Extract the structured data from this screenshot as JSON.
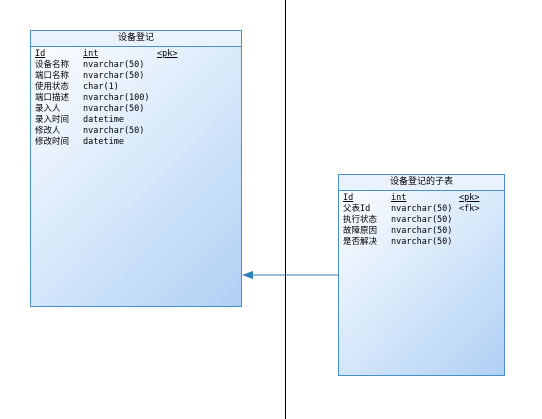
{
  "colors": {
    "entity_border": "#4a90c8",
    "connector": "#2f7fb8",
    "divider": "#000000"
  },
  "entities": [
    {
      "title": "设备登记",
      "rows": [
        {
          "name": "Id",
          "type": "int",
          "key": "<pk>",
          "pk": true
        },
        {
          "name": "设备名称",
          "type": "nvarchar(50)",
          "key": ""
        },
        {
          "name": "端口名称",
          "type": "nvarchar(50)",
          "key": ""
        },
        {
          "name": "使用状态",
          "type": "char(1)",
          "key": ""
        },
        {
          "name": "端口描述",
          "type": "nvarchar(100)",
          "key": ""
        },
        {
          "name": "录入人",
          "type": "nvarchar(50)",
          "key": ""
        },
        {
          "name": "录入时间",
          "type": "datetime",
          "key": ""
        },
        {
          "name": "修改人",
          "type": "nvarchar(50)",
          "key": ""
        },
        {
          "name": "修改时间",
          "type": "datetime",
          "key": ""
        }
      ]
    },
    {
      "title": "设备登记的子表",
      "rows": [
        {
          "name": "Id",
          "type": "int",
          "key": "<pk>",
          "pk": true
        },
        {
          "name": "父表Id",
          "type": "nvarchar(50)",
          "key": "<fk>"
        },
        {
          "name": "执行状态",
          "type": "nvarchar(50)",
          "key": ""
        },
        {
          "name": "故障原因",
          "type": "nvarchar(50)",
          "key": ""
        },
        {
          "name": "是否解决",
          "type": "nvarchar(50)",
          "key": ""
        }
      ]
    }
  ]
}
